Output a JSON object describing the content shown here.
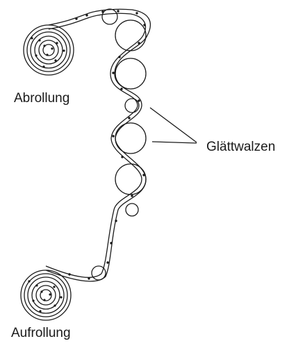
{
  "labels": {
    "unwind": "Abrollung",
    "smoothing_rolls": "Glättwalzen",
    "rewind": "Aufrollung"
  },
  "colors": {
    "line": "#1a1a1a",
    "background": "#ffffff"
  }
}
